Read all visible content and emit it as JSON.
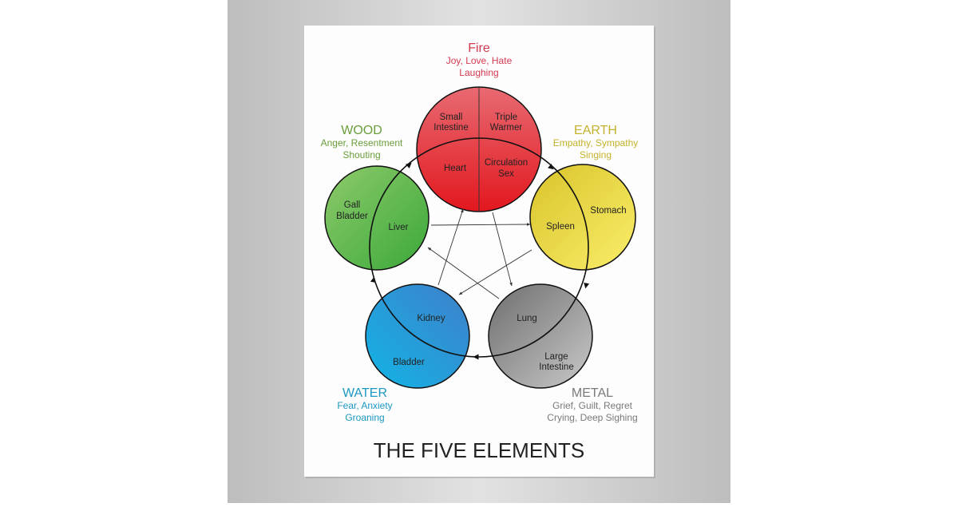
{
  "title": "THE FIVE ELEMENTS",
  "elements": {
    "fire": {
      "name": "Fire",
      "line1": "Joy, Love, Hate",
      "line2": "Laughing",
      "color": "#d23a4f",
      "organs": {
        "tl1": "Small",
        "tl2": "Intestine",
        "tr1": "Triple",
        "tr2": "Warmer",
        "bl": "Heart",
        "br1": "Circulation",
        "br2": "Sex"
      }
    },
    "earth": {
      "name": "EARTH",
      "line1": "Empathy, Sympathy",
      "line2": "Singing",
      "color": "#c4b22e",
      "organs": {
        "a": "Spleen",
        "b": "Stomach"
      }
    },
    "metal": {
      "name": "METAL",
      "line1": "Grief, Guilt, Regret",
      "line2": "Crying, Deep Sighing",
      "color": "#7a7a7a",
      "organs": {
        "a": "Lung",
        "b1": "Large",
        "b2": "Intestine"
      }
    },
    "water": {
      "name": "WATER",
      "line1": "Fear, Anxiety",
      "line2": "Groaning",
      "color": "#1b98c0",
      "organs": {
        "a": "Kidney",
        "b": "Bladder"
      }
    },
    "wood": {
      "name": "WOOD",
      "line1": "Anger, Resentment",
      "line2": "Shouting",
      "color": "#6a9e3a",
      "organs": {
        "a1": "Gall",
        "a2": "Bladder",
        "b": "Liver"
      }
    }
  }
}
